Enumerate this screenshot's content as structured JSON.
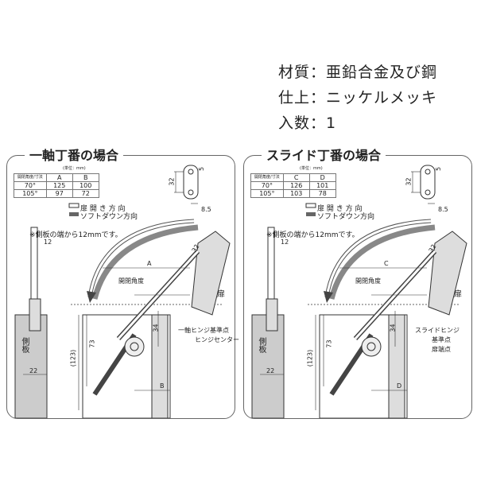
{
  "specs": [
    "材質：亜鉛合金及び鋼",
    "仕上：ニッケルメッキ",
    "入数：1"
  ],
  "panels": [
    {
      "title": "一軸丁番の場合",
      "unit": "(単位：mm)",
      "corner_top": "寸法",
      "corner_bottom": "開閉角度",
      "cols": [
        "A",
        "B"
      ],
      "rows": [
        [
          "70°",
          "125",
          "100"
        ],
        [
          "105°",
          "97",
          "72"
        ]
      ],
      "legend": [
        "扉 開 き 方 向",
        "ソフトダウン方向"
      ],
      "note": "※側板の端から12mmです。",
      "dims": {
        "d12": "12",
        "d32": "32",
        "d5": "5",
        "d85": "8.5",
        "d32b": "32",
        "d34": "34",
        "d73": "73",
        "d123": "(123)",
        "d22": "22",
        "len1": "A",
        "len2": "B"
      },
      "angle": "開閉角度",
      "side": "側板",
      "door": "扉",
      "ref1": "一軸ヒンジ基準点",
      "ref2": "ヒンジセンター"
    },
    {
      "title": "スライド丁番の場合",
      "unit": "(単位：mm)",
      "corner_top": "寸法",
      "corner_bottom": "開閉角度",
      "cols": [
        "C",
        "D"
      ],
      "rows": [
        [
          "70°",
          "126",
          "101"
        ],
        [
          "105°",
          "103",
          "78"
        ]
      ],
      "legend": [
        "扉 開 き 方 向",
        "ソフトダウン方向"
      ],
      "note": "※側板の端から12mmです。",
      "dims": {
        "d12": "12",
        "d32": "32",
        "d5": "5",
        "d85": "8.5",
        "d32b": "32",
        "d34": "34",
        "d73": "73",
        "d123": "(123)",
        "d22": "22",
        "len1": "C",
        "len2": "D"
      },
      "angle": "開閉角度",
      "side": "側板",
      "door": "扉",
      "ref1": "スライドヒンジ",
      "ref2": "基準点",
      "ref3": "扉端点"
    }
  ]
}
